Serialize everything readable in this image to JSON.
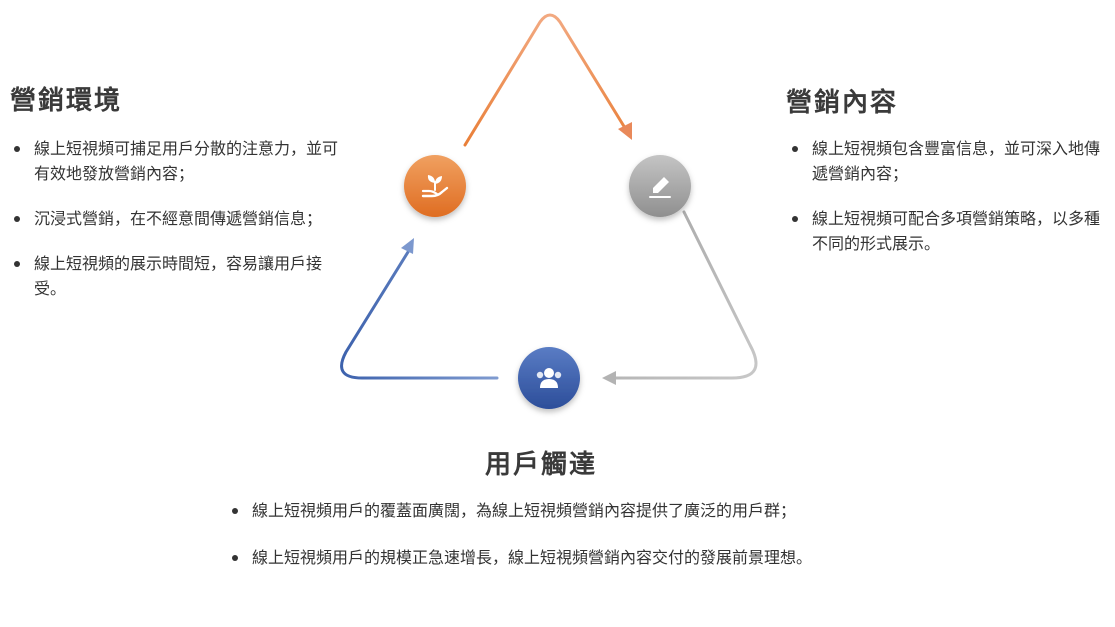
{
  "nodes": [
    {
      "key": "environment",
      "title": "營銷環境",
      "icon": "plant-hand-icon",
      "color": "#e8843c",
      "bullets": [
        "線上短視頻可捕足用戶分散的注意力，並可有效地發放營銷內容；",
        "沉浸式營銷，在不經意間傳遞營銷信息；",
        "線上短視頻的展示時間短，容易讓用戶接受。"
      ]
    },
    {
      "key": "content",
      "title": "營銷內容",
      "icon": "pencil-icon",
      "color": "#9b9b9b",
      "bullets": [
        "線上短視頻包含豐富信息，並可深入地傳遞營銷內容；",
        "線上短視頻可配合多項營銷策略，以多種不同的形式展示。"
      ]
    },
    {
      "key": "reach",
      "title": "用戶觸達",
      "icon": "users-icon",
      "color": "#3c5fa8",
      "bullets": [
        "線上短視頻用戶的覆蓋面廣闊，為線上短視頻營銷內容提供了廣泛的用戶群；",
        "線上短視頻用戶的規模正急速增長，線上短視頻營銷內容交付的發展前景理想。"
      ]
    }
  ],
  "colors": {
    "arrow_orange": "#ec8e4e",
    "arrow_gray": "#b8b8b8",
    "arrow_blue": "#6b86c0"
  }
}
